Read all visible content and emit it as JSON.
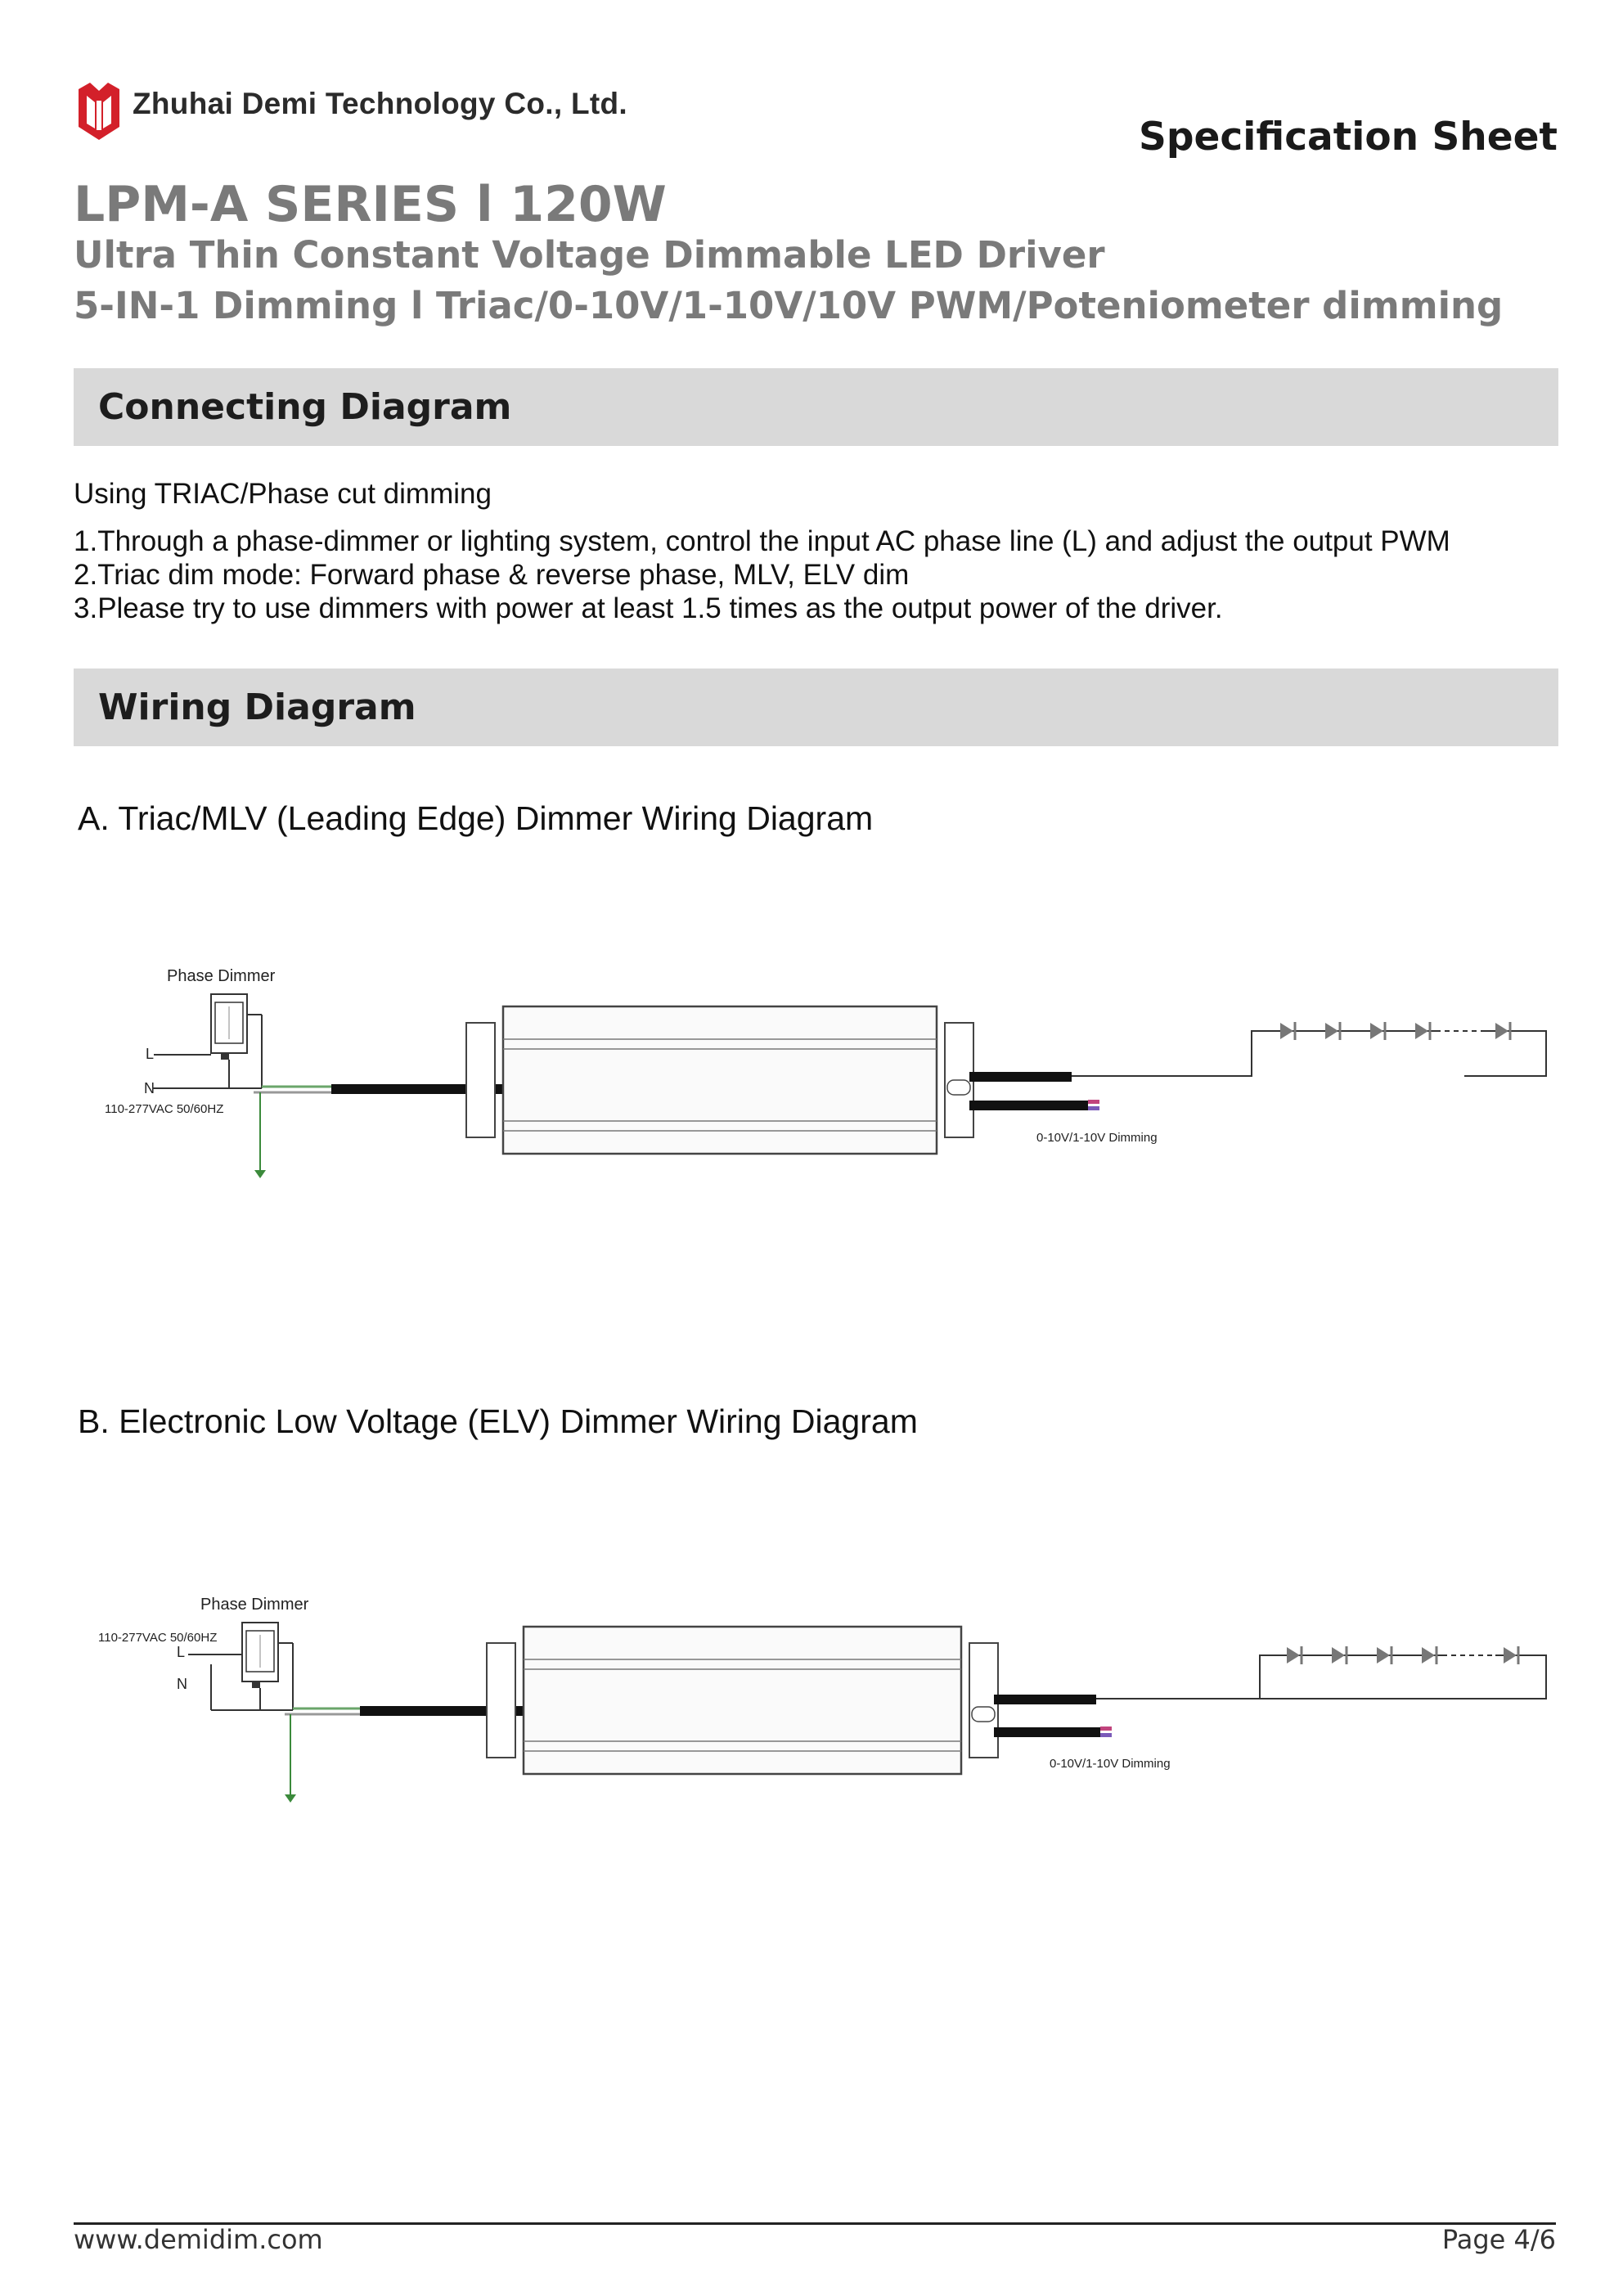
{
  "header": {
    "company": "Zhuhai Demi Technology Co., Ltd.",
    "sheet_title": "Specification Sheet",
    "series": "LPM-A SERIES l 120W",
    "subtitle_1": "Ultra Thin Constant Voltage Dimmable LED Driver",
    "subtitle_2": "5-IN-1 Dimming l  Triac/0-10V/1-10V/10V PWM/Poteniometer dimming",
    "brand_color": "#d3202a"
  },
  "connecting": {
    "heading": "Connecting Diagram",
    "intro": "Using TRIAC/Phase cut dimming",
    "points": [
      "1.Through a phase-dimmer or lighting system, control the input AC phase line (L) and adjust the output PWM",
      "2.Triac dim mode: Forward phase & reverse phase, MLV, ELV dim",
      "3.Please try to use dimmers with power at least 1.5 times as the output power of the driver."
    ]
  },
  "wiring": {
    "heading": "Wiring Diagram",
    "diagram_a": {
      "title": "A. Triac/MLV (Leading Edge) Dimmer Wiring Diagram",
      "dimmer_label": "Phase Dimmer",
      "line_label": "L",
      "neutral_label": "N",
      "input_label": "110-277VAC 50/60HZ",
      "dimming_label": "0-10V/1-10V Dimming"
    },
    "diagram_b": {
      "title": "B. Electronic Low Voltage (ELV) Dimmer Wiring Diagram",
      "dimmer_label": "Phase Dimmer",
      "line_label": "L",
      "neutral_label": "N",
      "input_label": "110-277VAC 50/60HZ",
      "dimming_label": "0-10V/1-10V Dimming"
    }
  },
  "footer": {
    "url": "www.demidim.com",
    "page": "Page 4/6"
  }
}
